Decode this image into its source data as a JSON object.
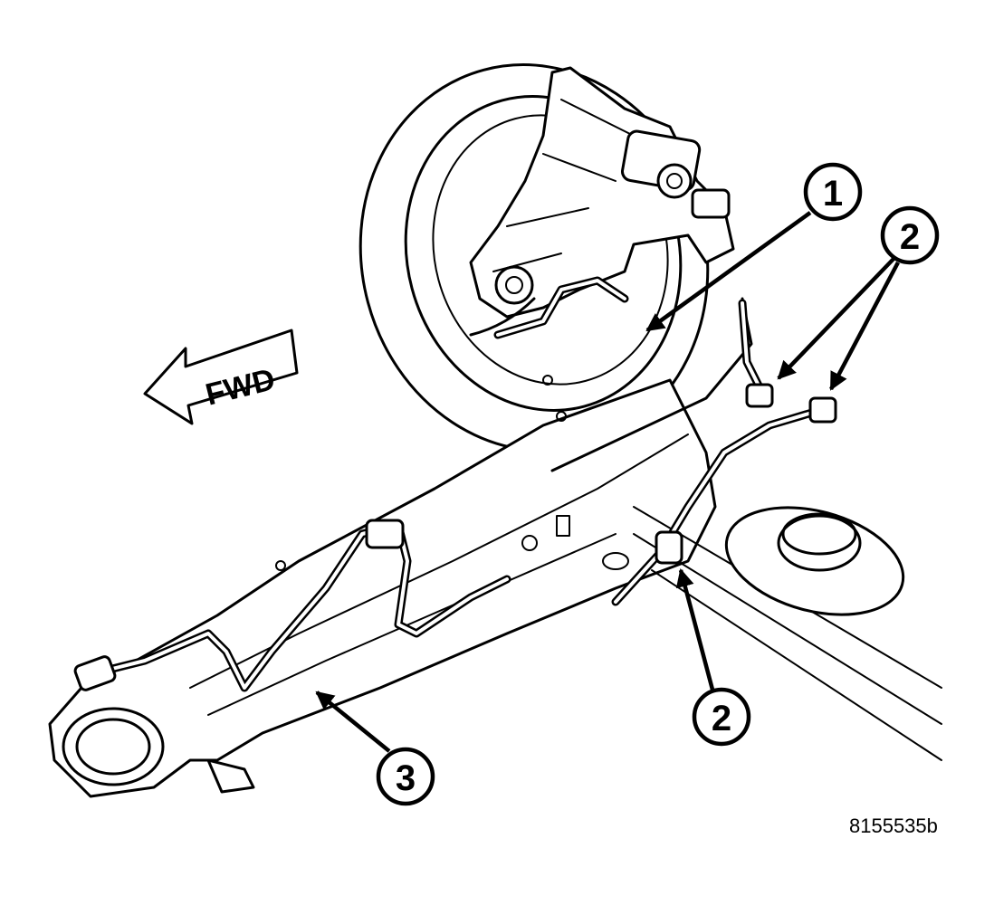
{
  "direction_label": "FWD",
  "callouts": [
    {
      "id": "callout-1",
      "label": "1"
    },
    {
      "id": "callout-2a",
      "label": "2"
    },
    {
      "id": "callout-2b",
      "label": "2"
    },
    {
      "id": "callout-3",
      "label": "3"
    }
  ],
  "figure_code": "8155535b"
}
